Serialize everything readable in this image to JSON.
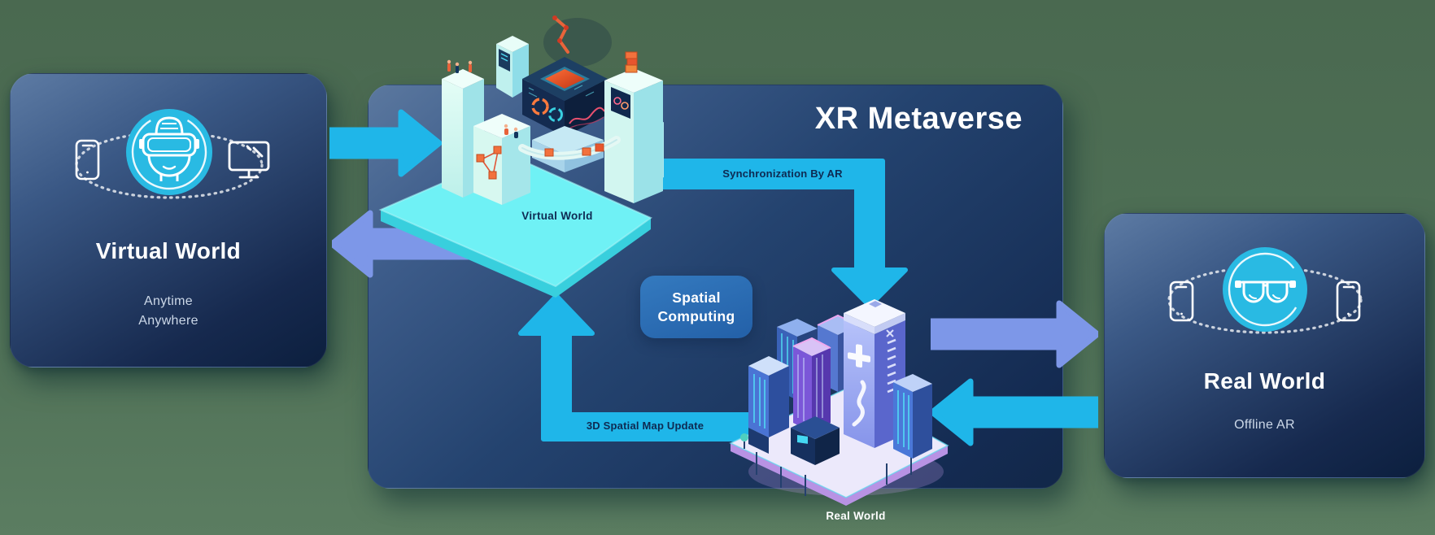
{
  "panel": {
    "title": "XR Metaverse"
  },
  "left_card": {
    "title": "Virtual World",
    "subtitle_lines": [
      "Anytime",
      "Anywhere"
    ]
  },
  "right_card": {
    "title": "Real World",
    "subtitle": "Offline AR"
  },
  "flow": {
    "sync_label": "Synchronization By AR",
    "update_label": "3D Spatial Map Update",
    "badge_label": "Spatial Computing",
    "virtual_world_label": "Virtual World",
    "real_world_label": "Real World"
  },
  "icons": {
    "left_card": [
      "smartphone-icon",
      "vr-headset-icon",
      "monitor-icon"
    ],
    "right_card": [
      "smartphone-icon",
      "ar-glasses-icon",
      "smartphone-icon"
    ]
  },
  "colors": {
    "background_green": "#4d6d53",
    "cyan_arrow": "#1fb6e9",
    "periwinkle_arrow": "#7d97e8",
    "badge_blue": "#2a6cb4",
    "card_navy_dark": "#0e2245",
    "card_slate_light": "#5d7ba4",
    "platform_cyan": "#6ff1f5",
    "icon_circle_cyan": "#29bae3",
    "label_navy": "#0e2a52"
  }
}
